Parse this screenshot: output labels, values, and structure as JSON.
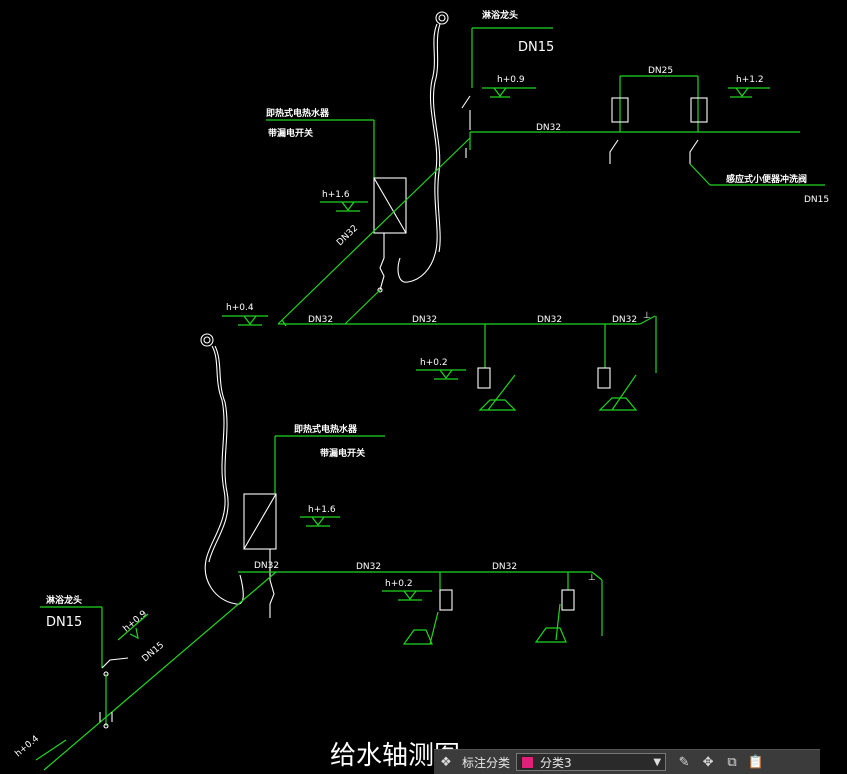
{
  "drawing": {
    "title": "给水轴测图",
    "labels": {
      "shower_top": "淋浴龙头",
      "dn15_top": "DN15",
      "heater_top": "即热式电热水器",
      "leak_switch_top": "带漏电开关",
      "h16_top": "h+1.6",
      "h09_top": "h+0.9",
      "h12": "h+1.2",
      "dn25": "DN25",
      "dn32_top": "DN32",
      "dn32_diag": "DN32",
      "basin_valve": "感应式小便器冲洗阀",
      "dn15_right": "DN15",
      "h04": "h+0.4",
      "dn32_m1": "DN32",
      "dn32_m2": "DN32",
      "dn32_m3": "DN32",
      "dn32_m4": "DN32",
      "h02_mid": "h+0.2",
      "heater_bot": "即热式电热水器",
      "leak_switch_bot": "带漏电开关",
      "h16_bot": "h+1.6",
      "dn32_b1": "DN32",
      "dn32_b2": "DN32",
      "dn32_b3": "DN32",
      "h02_bot": "h+0.2",
      "shower_bot": "淋浴龙头",
      "dn15_bot": "DN15",
      "h09_bot": "h+0.9",
      "dn15_diag": "DN15",
      "h_bottom_left": "h+0.4"
    }
  },
  "toolbar": {
    "layers_icon": "layers-icon",
    "annot_label": "标注分类",
    "select_value": "分类3",
    "select_color": "#e0207a",
    "icons": [
      "edit-icon",
      "move-icon",
      "copy-icon",
      "paste-icon"
    ]
  }
}
